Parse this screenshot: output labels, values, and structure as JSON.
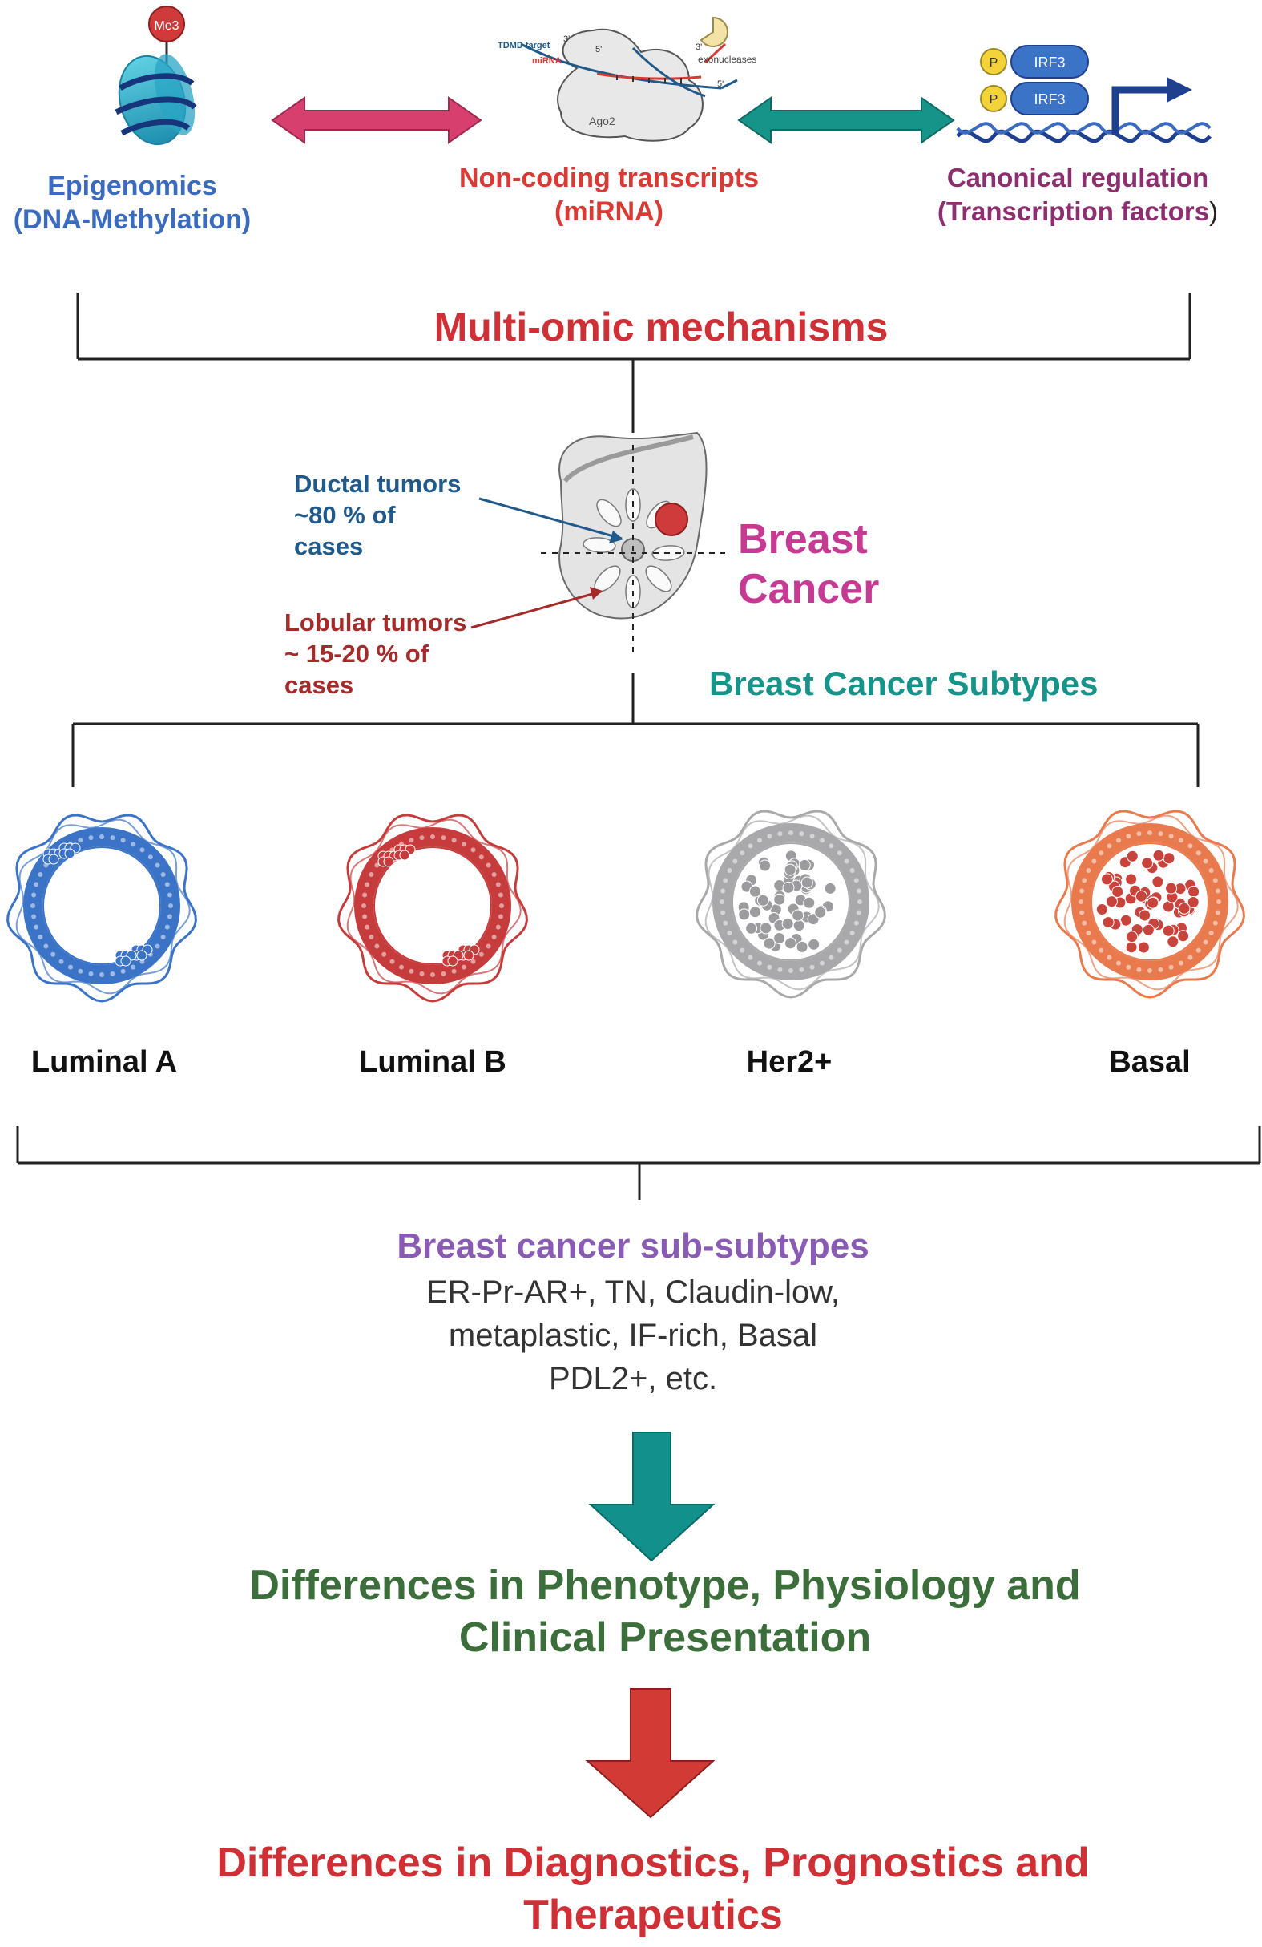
{
  "colors": {
    "epigenomics": "#3a6bbf",
    "ncrna": "#d93a34",
    "canonical": "#8c2f6e",
    "multiomic": "#cf3035",
    "breast_cancer": "#c73a93",
    "ductal": "#1f5a8a",
    "lobular": "#a52a2a",
    "subtypes_heading": "#17948a",
    "sub_subtypes_heading": "#8a5bb5",
    "phenotype": "#3b6e3a",
    "diagnostics": "#cf3035",
    "arrow_pink": "#d63f6e",
    "arrow_teal": "#17948a",
    "arrow_down_teal": "#12918c",
    "arrow_down_red": "#d23a36",
    "luminal_a": "#3b73c6",
    "luminal_b": "#c63c3c",
    "her2": "#a9a9ab",
    "basal": "#e87a4e",
    "basal_inner": "#c8433b"
  },
  "top": {
    "epigenomics": {
      "line1": "Epigenomics",
      "line2": "(DNA-Methylation)",
      "badge": "Me3"
    },
    "ncrna": {
      "line1": "Non-coding transcripts",
      "line2": "(miRNA)",
      "tdmd": "TDMD target",
      "mirna": "miRNA",
      "exo": "exonucleases",
      "ago": "Ago2",
      "p3a": "3'",
      "p5a": "5'",
      "p3b": "3'",
      "p5b": "5'"
    },
    "canonical": {
      "line1": "Canonical regulation",
      "line2": "(Transcription factors",
      "paren": ")",
      "irf1": "IRF3",
      "irf2": "IRF3",
      "p1": "P",
      "p2": "P"
    }
  },
  "multiomic": "Multi-omic mechanisms",
  "breast": {
    "ductal": [
      "Ductal tumors",
      "~80 % of",
      "cases"
    ],
    "lobular": [
      "Lobular tumors",
      "~ 15-20 % of",
      "cases"
    ],
    "label": [
      "Breast",
      "Cancer"
    ],
    "subtypes_heading": "Breast Cancer Subtypes"
  },
  "subtypes": [
    "Luminal A",
    "Luminal B",
    "Her2+",
    "Basal"
  ],
  "sub_subtypes": {
    "heading": "Breast cancer sub-subtypes",
    "lines": [
      "ER-Pr-AR+, TN, Claudin-low,",
      "metaplastic, IF-rich, Basal",
      "PDL2+, etc."
    ]
  },
  "phenotype": [
    "Differences in Phenotype, Physiology and",
    "Clinical Presentation"
  ],
  "diagnostics": [
    "Differences in Diagnostics, Prognostics and",
    "Therapeutics"
  ]
}
